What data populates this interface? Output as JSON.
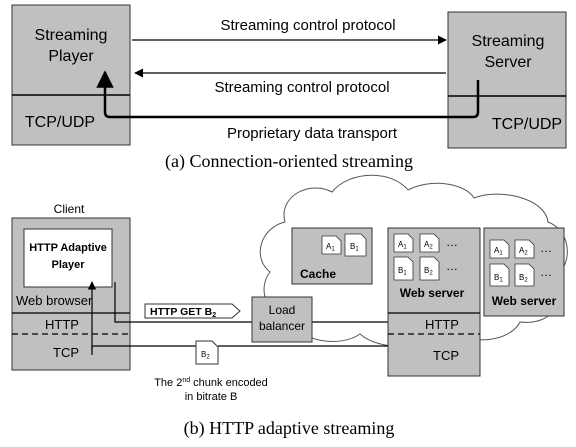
{
  "panel_a": {
    "player_line1": "Streaming",
    "player_line2": "Player",
    "server_line1": "Streaming",
    "server_line2": "Server",
    "tcp_udp_left": "TCP/UDP",
    "tcp_udp_right": "TCP/UDP",
    "control_protocol_top": "Streaming control protocol",
    "control_protocol_bottom": "Streaming control protocol",
    "data_transport": "Proprietary data transport",
    "caption": "(a) Connection-oriented streaming"
  },
  "panel_b": {
    "client_label": "Client",
    "player_line1": "HTTP Adaptive",
    "player_line2": "Player",
    "web_browser": "Web browser",
    "http_left": "HTTP",
    "tcp_left": "TCP",
    "http_get": "HTTP GET B",
    "http_get_sub": "2",
    "load_balancer_line1": "Load",
    "load_balancer_line2": "balancer",
    "cache_label": "Cache",
    "web_server_main": "Web server",
    "web_server_right": "Web server",
    "http_right": "HTTP",
    "tcp_right": "TCP",
    "chunk_label": "B",
    "chunk_sub": "2",
    "chunk_note_pre": "The 2",
    "chunk_note_sup": "nd",
    "chunk_note_post": " chunk encoded",
    "chunk_note_line2": "in bitrate B",
    "ellipsis": "…",
    "docs": {
      "a1": "A",
      "a1_sub": "1",
      "a2": "A",
      "a2_sub": "2",
      "b1": "B",
      "b1_sub": "1",
      "b2": "B",
      "b2_sub": "2"
    },
    "caption": "(b) HTTP adaptive streaming"
  }
}
